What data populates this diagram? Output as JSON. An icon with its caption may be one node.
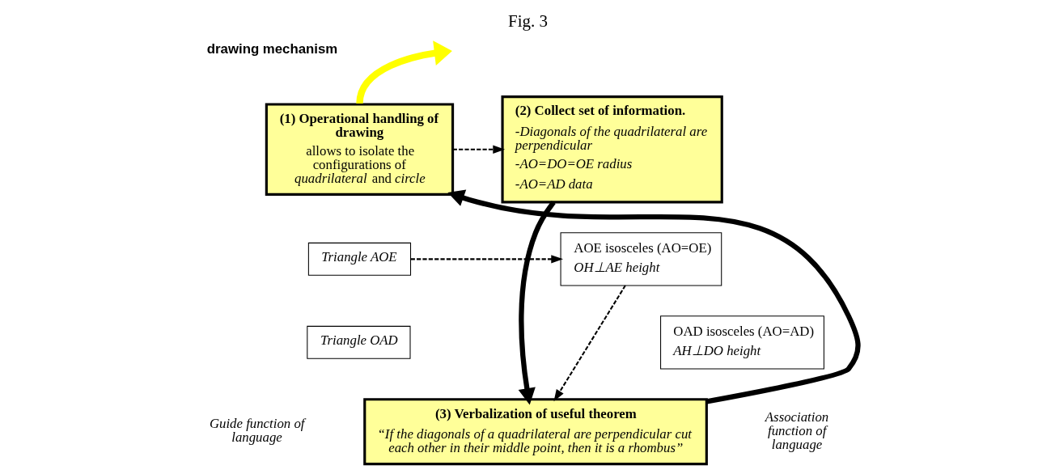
{
  "diagram": {
    "title": "Fig. 3",
    "nodes": [
      {
        "text": [
          "(1) Operational handling of drawing",
          "allows to isolate the configurations of *quadrilateral* and *circle*"
        ]
      },
      {
        "text": [
          "(2) Collect set of information.",
          "-Diagonals of the quadrilateral are perpendicular",
          "-AO=DO=OE radius",
          "-AO=AD data"
        ]
      },
      {
        "text": [
          "Triangle AOE"
        ]
      },
      {
        "text": [
          "Triangle OAD"
        ]
      },
      {
        "text": [
          "AOE isosceles (AO=OE)",
          "OH⊥AE height"
        ]
      },
      {
        "text": [
          "OAD isosceles (AO=AD)",
          "AH⊥DO height"
        ]
      },
      {
        "text": [
          "(3) Verbalization of useful theorem",
          "“If the diagonals of a quadrilateral are perpendicular cut each other in their middle point, then it is a rhombus”"
        ]
      }
    ],
    "edges": [
      {
        "from": 0,
        "to": null,
        "arrow": "to",
        "style": "thick",
        "color": "#ffff00"
      },
      {
        "from": 0,
        "to": 1,
        "arrow": "to",
        "style": "dashed"
      },
      {
        "from": 2,
        "to": 4,
        "arrow": "to",
        "style": "dashed"
      },
      {
        "from": 4,
        "to": 6,
        "arrow": "to",
        "style": "dashed"
      },
      {
        "from": 1,
        "to": 6,
        "arrow": "to",
        "style": "thick"
      },
      {
        "from": 6,
        "to": 0,
        "arrow": "to",
        "style": "thick"
      }
    ],
    "labels": [
      "drawing mechanism",
      "Guide function of language",
      "Association function of language"
    ]
  }
}
